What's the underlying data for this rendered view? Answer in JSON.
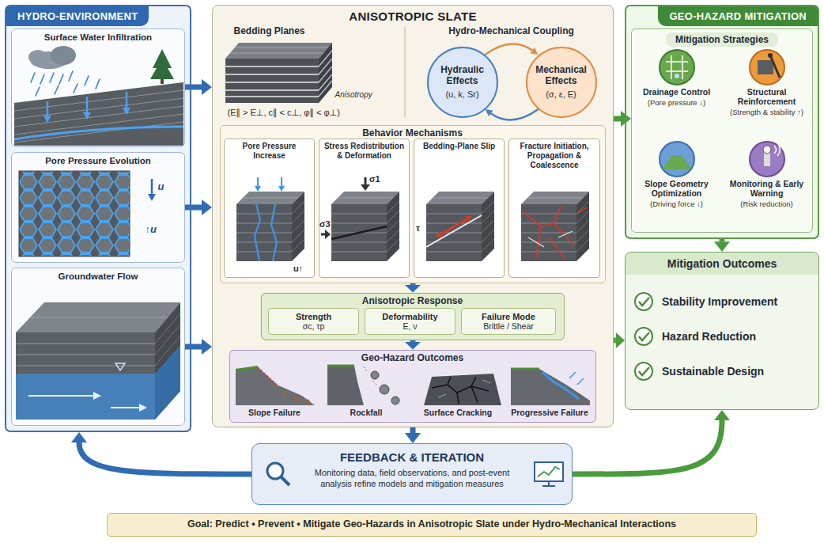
{
  "diagram": {
    "nodes": [
      {
        "text": [
          "HYDRO-ENVIRONMENT"
        ]
      },
      {
        "text": [
          "Surface Water Infiltration"
        ],
        "in": 0
      },
      {
        "text": [
          "Pore Pressure Evolution"
        ],
        "in": 0
      },
      {
        "text": [
          "Groundwater Flow"
        ],
        "in": 0
      },
      {
        "text": [
          "ANISOTROPIC SLATE"
        ]
      },
      {
        "text": [
          "Hydraulic Effects",
          "(u, k, Sr)"
        ],
        "in": 4
      },
      {
        "text": [
          "Mechanical Effects",
          "(σ, ε, E)"
        ],
        "in": 4
      },
      {
        "text": [
          "Behavior Mechanisms"
        ],
        "in": 4
      },
      {
        "text": [
          "Pore Pressure Increase"
        ],
        "in": 7
      },
      {
        "text": [
          "Stress Redistribution & Deformation"
        ],
        "in": 7
      },
      {
        "text": [
          "Bedding-Plane Slip"
        ],
        "in": 7
      },
      {
        "text": [
          "Fracture Initiation, Propagation & Coalescence"
        ],
        "in": 7
      },
      {
        "text": [
          "Anisotropic Response"
        ],
        "in": 4
      },
      {
        "text": [
          "Strength",
          "σc, τp"
        ],
        "in": 12
      },
      {
        "text": [
          "Deformability",
          "E, ν"
        ],
        "in": 12
      },
      {
        "text": [
          "Failure Mode",
          "Brittle / Shear"
        ],
        "in": 12
      },
      {
        "text": [
          "Geo-Hazard Outcomes"
        ],
        "in": 4
      },
      {
        "text": [
          "GEO-HAZARD MITIGATION"
        ]
      },
      {
        "text": [
          "Mitigation Strategies"
        ],
        "in": 17
      },
      {
        "text": [
          "Drainage Control",
          "(Pore pressure ↓)"
        ],
        "in": 18
      },
      {
        "text": [
          "Structural Reinforcement",
          "(Strength & stability ↑)"
        ],
        "in": 18
      },
      {
        "text": [
          "Slope Geometry Optimization",
          "(Driving force ↓)"
        ],
        "in": 18
      },
      {
        "text": [
          "Monitoring & Early Warning",
          "(Risk reduction)"
        ],
        "in": 18
      },
      {
        "text": [
          "Mitigation Outcomes",
          "Stability Improvement",
          "Hazard Reduction",
          "Sustainable Design"
        ]
      },
      {
        "text": [
          "FEEDBACK & ITERATION",
          "Monitoring data, field observations, and post-event analysis refine models and mitigation measures"
        ]
      },
      {
        "text": [
          "Goal: Predict • Prevent • Mitigate Geo-Hazards in Anisotropic Slate under Hydro-Mechanical Interactions"
        ]
      }
    ],
    "edges": [
      {
        "from": 1,
        "to": 4,
        "arrow": "to"
      },
      {
        "from": 2,
        "to": 4,
        "arrow": "to"
      },
      {
        "from": 3,
        "to": 4,
        "arrow": "to"
      },
      {
        "from": 5,
        "to": 6,
        "arrow": "to"
      },
      {
        "from": 6,
        "to": 5,
        "arrow": "to"
      },
      {
        "from": 7,
        "to": 12,
        "arrow": "to"
      },
      {
        "from": 12,
        "to": 16,
        "arrow": "to"
      },
      {
        "from": 4,
        "to": 18,
        "arrow": "to"
      },
      {
        "from": 4,
        "to": 23,
        "arrow": "to"
      },
      {
        "from": 17,
        "to": 23,
        "arrow": "to"
      },
      {
        "from": 4,
        "to": 24,
        "arrow": "to"
      },
      {
        "from": 24,
        "to": 0,
        "arrow": "to"
      },
      {
        "from": 24,
        "to": 23,
        "arrow": "to"
      }
    ],
    "labels": [
      "Bedding Planes",
      "Anisotropy",
      "(E∥ > E⊥, c∥ < c⊥, φ∥ < φ⊥)",
      "Hydro-Mechanical Coupling",
      "u",
      "↑u",
      "u↑",
      "σ1",
      "σ3",
      "τ",
      "Slope Failure",
      "Rockfall",
      "Surface Cracking",
      "Progressive Failure"
    ]
  }
}
